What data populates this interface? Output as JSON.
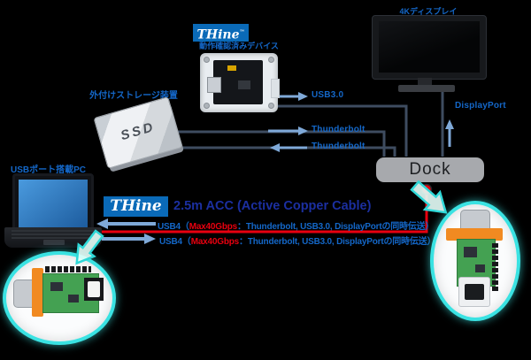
{
  "colors": {
    "background": "#000000",
    "label_blue": "#1467c8",
    "title_blue": "#1b2fa0",
    "acc_red": "#e8000f",
    "wire_gray": "#3e4c60",
    "arrow_blue": "#7fa9d8",
    "bubble_cyan": "#3ae2e2",
    "logo_bg": "#0a6ab8",
    "dock_gray": "#a7a9ad"
  },
  "logo": {
    "text": "THine",
    "mark": "™"
  },
  "top_device": {
    "label": "動作確認済みデバイス"
  },
  "display": {
    "label": "4Kディスプレイ"
  },
  "ssd": {
    "label": "外付けストレージ装置",
    "text": "SSD"
  },
  "laptop": {
    "label": "USBポート搭載PC"
  },
  "dock": {
    "label": "Dock"
  },
  "links": {
    "usb3": "USB3.0",
    "thunderbolt_out": "Thunderbolt",
    "thunderbolt_in": "Thunderbolt",
    "displayport": "DisplayPort"
  },
  "acc": {
    "brand": "THine",
    "title": "2.5m ACC (Active Copper Cable)",
    "upstream": {
      "prefix": "USB4（",
      "speed": "Max40Gbps",
      "suffix": "：Thunderbolt, USB3.0, DisplayPortの同時伝送）"
    },
    "downstream": {
      "prefix": "USB4（",
      "speed": "Max40Gbps",
      "suffix": "：Thunderbolt, USB3.0, DisplayPortの同時伝送）"
    }
  }
}
